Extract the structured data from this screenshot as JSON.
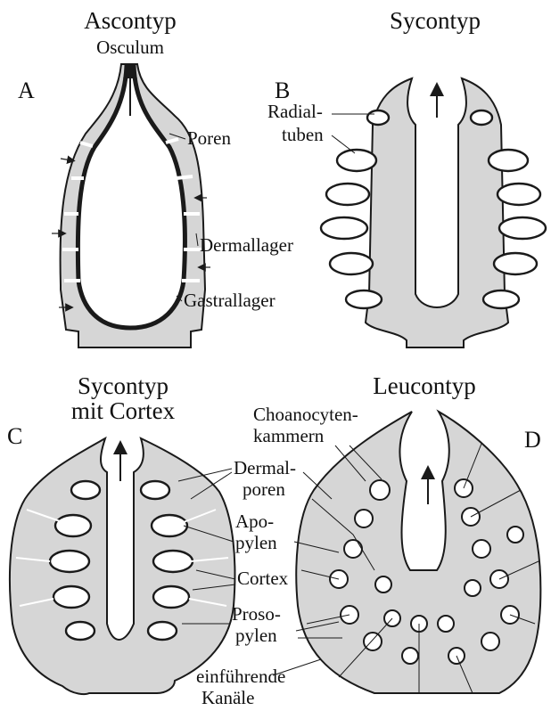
{
  "panels": {
    "A": {
      "letter": "A",
      "title": "Ascontyp",
      "osculum": "Osculum",
      "labels": {
        "poren": "Poren",
        "dermallager": "Dermallager",
        "gastrallager": "Gastrallager"
      }
    },
    "B": {
      "letter": "B",
      "title": "Sycontyp",
      "labels": {
        "radial_1": "Radial-",
        "radial_2": "tuben"
      }
    },
    "C": {
      "letter": "C",
      "title_1": "Sycontyp",
      "title_2": "mit Cortex"
    },
    "D": {
      "letter": "D",
      "title": "Leucontyp",
      "labels": {
        "choano_1": "Choanocyten-",
        "choano_2": "kammern"
      }
    },
    "shared_labels": {
      "dermal_1": "Dermal-",
      "dermal_2": "poren",
      "apo_1": "Apo-",
      "apo_2": "pylen",
      "cortex": "Cortex",
      "proso_1": "Proso-",
      "proso_2": "pylen",
      "kanal_1": "einführende",
      "kanal_2": "Kanäle"
    }
  },
  "colors": {
    "tissue": "#d6d6d6",
    "line": "#1a1a1a",
    "background": "#ffffff"
  }
}
